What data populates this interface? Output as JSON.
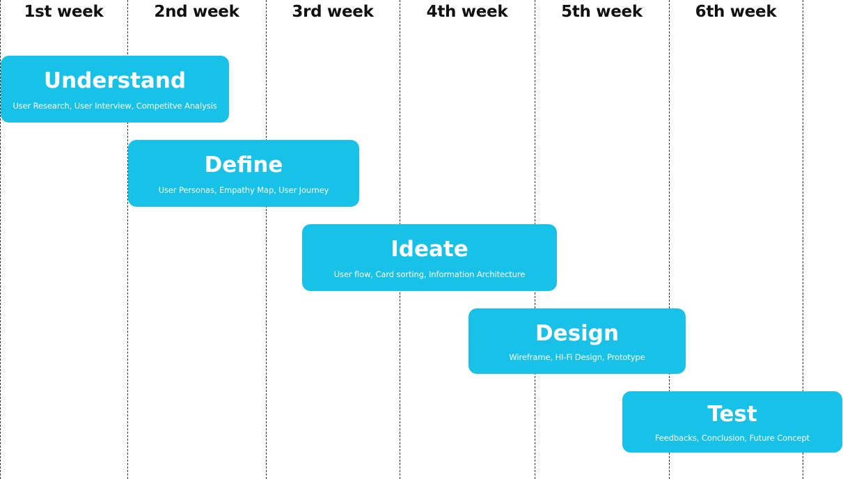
{
  "weeks": [
    {
      "label": "1st week"
    },
    {
      "label": "2nd week"
    },
    {
      "label": "3rd week"
    },
    {
      "label": "4th week"
    },
    {
      "label": "5th week"
    },
    {
      "label": "6th week"
    }
  ],
  "phases": [
    {
      "title": "Understand",
      "subtitle": "User Research, User Interview, Competitve Analysis"
    },
    {
      "title": "Define",
      "subtitle": "User Personas, Empathy Map, User Journey"
    },
    {
      "title": "Ideate",
      "subtitle": "User flow, Card sorting, Information Architecture"
    },
    {
      "title": "Design",
      "subtitle": "Wireframe, HI-Fi Design, Prototype"
    },
    {
      "title": "Test",
      "subtitle": "Feedbacks, Conclusion, Future Concept"
    }
  ],
  "colors": {
    "phase_fill": "#17c1e8",
    "phase_text": "#ffffff",
    "week_text": "#111111",
    "divider": "#333333"
  }
}
